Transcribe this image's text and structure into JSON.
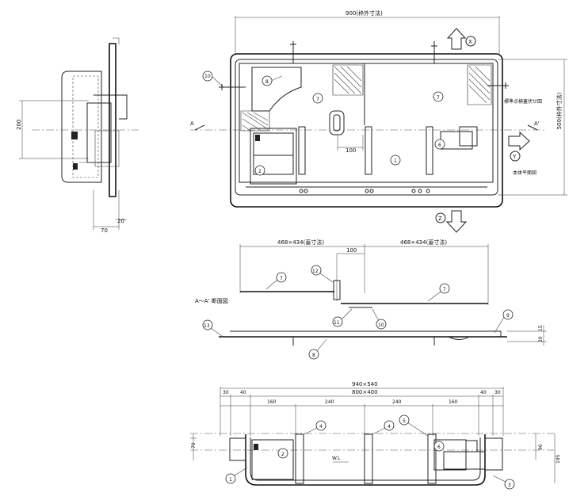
{
  "top_dims": {
    "outer_width": "900(枠外寸法)",
    "outer_height": "500(枠外寸法)",
    "offset_100": "100",
    "left_200": "200",
    "left_70": "70",
    "left_20": "20"
  },
  "view_labels": {
    "plan": "本体平面図",
    "cover_plan": "標準点検蓋伏せ図",
    "section": "A～A' 断面図",
    "section_a": "A",
    "section_a2": "A'"
  },
  "arrows": {
    "x": "X",
    "y": "Y",
    "z": "Z"
  },
  "cover_dims": {
    "left": "468×434(蓋寸法)",
    "right": "468×434(蓋寸法)",
    "offset_100": "100",
    "right_20": "20",
    "right_15": "15"
  },
  "bottom_dims": {
    "overall": "940×540",
    "inner": "800×400",
    "d30a": "30",
    "d40a": "40",
    "d160a": "160",
    "d240a": "240",
    "d240b": "240",
    "d160b": "160",
    "d40b": "40",
    "d30b": "30",
    "left_70": "70",
    "right_90": "90",
    "right_195": "195",
    "wl": "W.L"
  },
  "callouts": [
    "1",
    "2",
    "3",
    "4",
    "5",
    "6",
    "7",
    "8",
    "9",
    "10",
    "11",
    "12",
    "13"
  ]
}
